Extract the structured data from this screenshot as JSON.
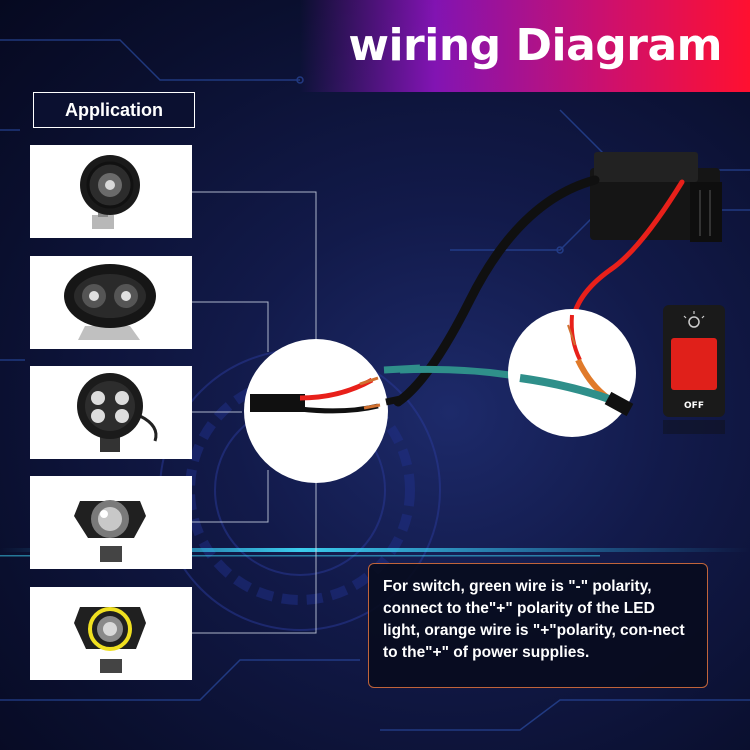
{
  "title": "wiring Diagram",
  "application_label": "Application",
  "note": "For switch, green wire is \"-\" polarity, connect to the\"+\" polarity of the LED light, orange wire is \"+\"polarity, con-nect to the\"+\" of power supplies.",
  "switch_label": "OFF",
  "colors": {
    "background": "#0a0f2e",
    "banner_end": "#ff1030",
    "wire_red": "#e8201a",
    "wire_black": "#101010",
    "wire_green": "#2f8f8a",
    "wire_orange": "#e07a2a",
    "switch_red": "#e0201a",
    "note_border": "#c0643a"
  },
  "thumbnails": [
    {
      "name": "round-work-light",
      "icon": "round-led-light-icon"
    },
    {
      "name": "oval-work-light",
      "icon": "oval-led-light-icon"
    },
    {
      "name": "multi-led-light",
      "icon": "multi-led-light-icon"
    },
    {
      "name": "projector-light",
      "icon": "projector-light-icon"
    },
    {
      "name": "projector-light-halo",
      "icon": "halo-light-icon"
    }
  ]
}
